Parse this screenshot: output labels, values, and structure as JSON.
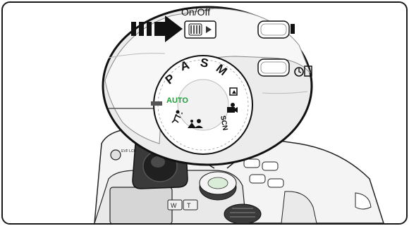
{
  "switch_label": "On/Off",
  "dial": {
    "modes": [
      "P",
      "A",
      "S",
      "M"
    ],
    "auto_label": "AUTO",
    "scene_label": "SCN",
    "accent_color": "#1f9e3a"
  },
  "body_labels": {
    "ev_button": "EVF LCD",
    "zoom_w": "W",
    "zoom_t": "T"
  },
  "icons": [
    "arrow-right-icon",
    "play-triangle-icon",
    "self-timer-icon",
    "video-icon",
    "sport-icon",
    "portrait-icon",
    "landscape-icon"
  ]
}
